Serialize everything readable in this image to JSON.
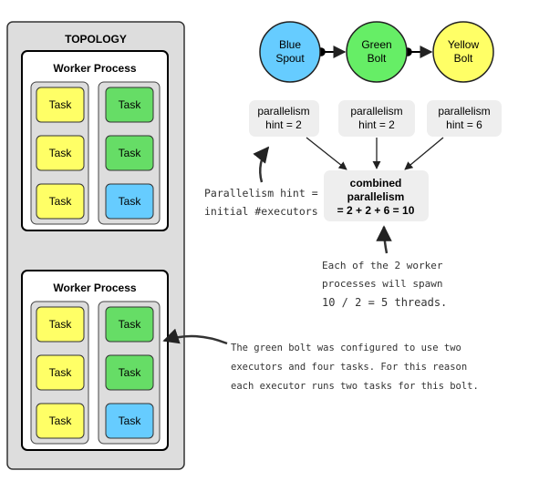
{
  "topology": {
    "title": "TOPOLOGY",
    "workers": [
      {
        "title": "Worker Process",
        "executors": [
          {
            "tasks": [
              {
                "label": "Task",
                "color": "#ffff66"
              },
              {
                "label": "Task",
                "color": "#ffff66"
              },
              {
                "label": "Task",
                "color": "#ffff66"
              }
            ]
          },
          {
            "tasks": [
              {
                "label": "Task",
                "color": "#66dd66"
              },
              {
                "label": "Task",
                "color": "#66dd66"
              },
              {
                "label": "Task",
                "color": "#66ccff"
              }
            ]
          }
        ]
      },
      {
        "title": "Worker Process",
        "executors": [
          {
            "tasks": [
              {
                "label": "Task",
                "color": "#ffff66"
              },
              {
                "label": "Task",
                "color": "#ffff66"
              },
              {
                "label": "Task",
                "color": "#ffff66"
              }
            ]
          },
          {
            "tasks": [
              {
                "label": "Task",
                "color": "#66dd66"
              },
              {
                "label": "Task",
                "color": "#66dd66"
              },
              {
                "label": "Task",
                "color": "#66ccff"
              }
            ]
          }
        ]
      }
    ]
  },
  "components": [
    {
      "line1": "Blue",
      "line2": "Spout",
      "color": "#66ccff"
    },
    {
      "line1": "Green",
      "line2": "Bolt",
      "color": "#66ee66"
    },
    {
      "line1": "Yellow",
      "line2": "Bolt",
      "color": "#ffff66"
    }
  ],
  "hints": [
    {
      "line1": "parallelism",
      "line2": "hint = 2"
    },
    {
      "line1": "parallelism",
      "line2": "hint = 2"
    },
    {
      "line1": "parallelism",
      "line2": "hint = 6"
    }
  ],
  "combined": {
    "line1": "combined",
    "line2": "parallelism",
    "line3": "= 2 + 2 + 6 = 10"
  },
  "notes": {
    "hint_note": [
      "Parallelism hint =",
      "initial #executors"
    ],
    "worker_note": [
      "Each of the 2 worker",
      "processes will spawn",
      "10 / 2 = 5 threads."
    ],
    "green_note": [
      "The green bolt was configured to use two",
      "executors and four tasks.  For this reason",
      "each executor runs two tasks for this bolt."
    ]
  },
  "colors": {
    "panel": "#dddddd",
    "hint_box": "#eeeeee",
    "executor_box": "#dddddd"
  }
}
